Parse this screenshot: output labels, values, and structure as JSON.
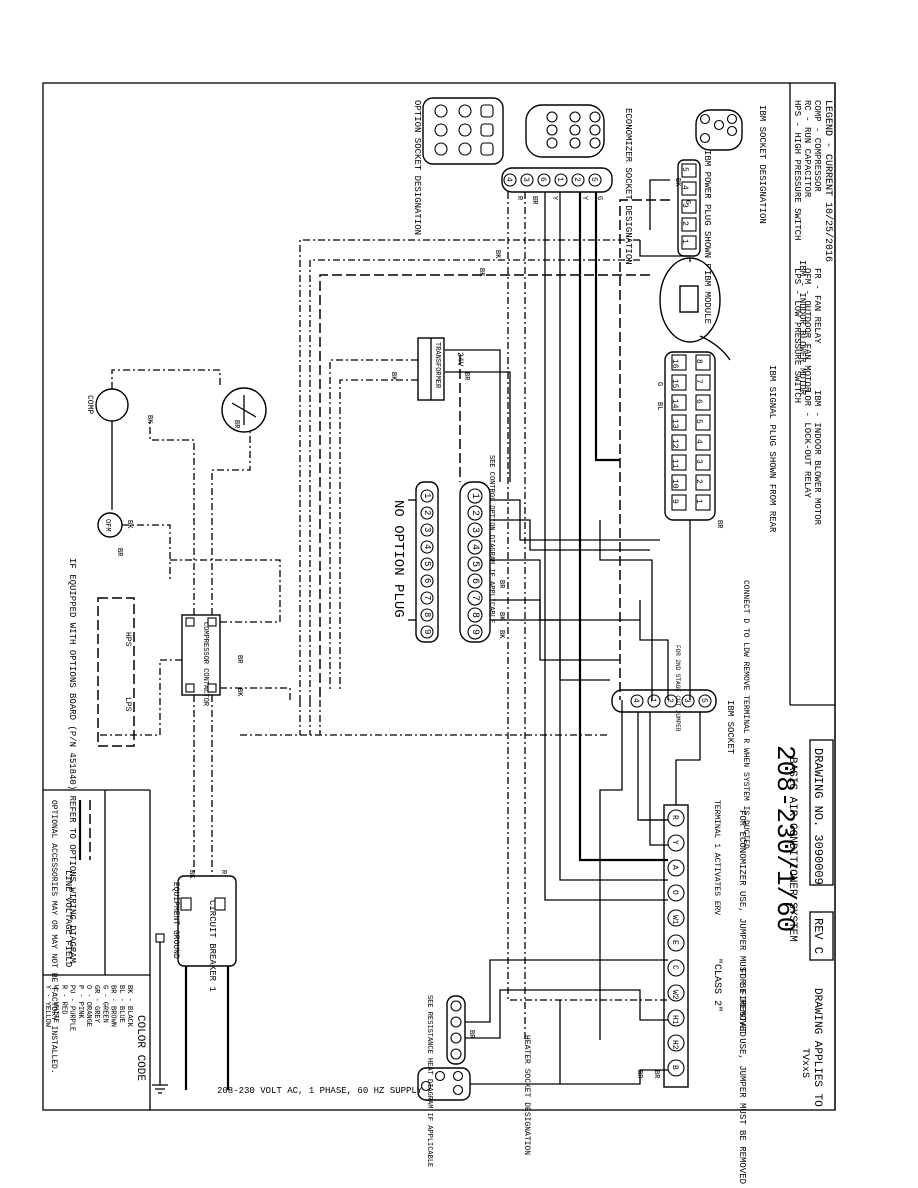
{
  "legend": {
    "title": "LEGEND - CURRENT 10/25/2016",
    "items": [
      "COMP - COMPRESSOR",
      "RC - RUN CAPACITOR",
      "HPS - HIGH PRESSURE SWITCH",
      "FR - FAN RELAY",
      "OFM - OUTDOOR FAN MOTOR",
      "LPS - LOW PRESSURE SWITCH",
      "IBM - INDOOR BLOWER MOTOR",
      "LOR - LOCK-OUT RELAY"
    ]
  },
  "title_block": {
    "drawing_no": "DRAWING NO. 3090009",
    "rev": "REV C",
    "applies_to": "DRAWING APPLIES TO",
    "model": "TVxxS",
    "voltage": "208-230/1/60",
    "system": "BASIC AIR CONDITIONER SYSTEM"
  },
  "labels": {
    "ibm_socket_designation": "IBM SOCKET DESIGNATION",
    "option_socket_designation": "OPTION SOCKET DESIGNATION",
    "economizer_socket_designation": "ECONOMIZER SOCKET DESIGNATION",
    "ibm_power_plug": "IBM POWER PLUG SHOWN FROM REAR",
    "ibm_module": "IBM MODULE",
    "ibm_signal_plug": "IBM SIGNAL PLUG SHOWN FROM REAR",
    "transformer": "TRANSFORMER",
    "transformer_24v": "24V",
    "see_control_option": "SEE CONTROL OPTION DIAGRAM IF APPLICABLE",
    "no_option_plug": "NO OPTION PLUG",
    "connect_d_to_ldw": "CONNECT D TO LDW REMOVE TERMINAL R WHEN SYSTEM IS DUCTED",
    "ibm_socket": "IBM SOCKET",
    "second_stage_jumper": "FOR 2ND STAGE CUT JUMPER",
    "terminal_1": "TERMINAL 1 ACTIVATES ERV",
    "economizer_jumper": "FOR ECONOMIZER USE, JUMPER MUST BE REMOVED",
    "firestat_jumper": "FOR FIRESTAT USE, JUMPER MUST BE REMOVED",
    "class2": "\"CLASS 2\"",
    "heater_socket": "HEATER SOCKET DESIGNATION",
    "see_resistance": "SEE RESISTANCE HEAT DIAGRAM IF APPLICABLE",
    "compressor_contactor": "COMPRESSOR CONTACTOR",
    "circuit_breaker": "CIRCUIT BREAKER 1",
    "equipment_ground": "EQUIPMENT GROUND",
    "options_note": "IF EQUIPPED WITH OPTIONS BOARD (P/N 451840) REFER TO OPTIONS WIRING DIAGRAM",
    "comp": "COMP",
    "ofm": "OFM",
    "hps": "HPS",
    "lps": "LPS",
    "supply": "208-230 VOLT AC, 1 PHASE, 60 HZ SUPPLY"
  },
  "line_legend": {
    "line_voltage": "LINE VOLTAGE FIELD",
    "optional_note": "OPTIONAL ACCESSORIES MAY OR MAY NOT BE FACTORY INSTALLED."
  },
  "color_code": {
    "title": "COLOR CODE",
    "items": [
      "BK - BLACK",
      "BL - BLUE",
      "BR - BROWN",
      "G - GREEN",
      "GR - GREY",
      "O - ORANGE",
      "P - PINK",
      "PU - PURPLE",
      "R - RED",
      "W - WHITE",
      "Y - YELLOW"
    ]
  },
  "terminal_strip": [
    "R",
    "Y",
    "A",
    "O",
    "W1",
    "E",
    "C",
    "W2",
    "H1",
    "H2",
    "B"
  ],
  "option_pins": [
    "1",
    "2",
    "3",
    "4",
    "5",
    "6",
    "7",
    "8",
    "9"
  ],
  "signal_pins": [
    "8",
    "7",
    "6",
    "5",
    "4",
    "3",
    "2",
    "1",
    "16",
    "15",
    "14",
    "13",
    "12",
    "11",
    "10",
    "9"
  ],
  "power_pins": [
    "5",
    "4",
    "3",
    "2",
    "1"
  ],
  "econ_pins": [
    "4",
    "3",
    "6",
    "1",
    "2",
    "5"
  ],
  "ibm_socket_pins": [
    "5",
    "3",
    "2",
    "1",
    "4"
  ]
}
